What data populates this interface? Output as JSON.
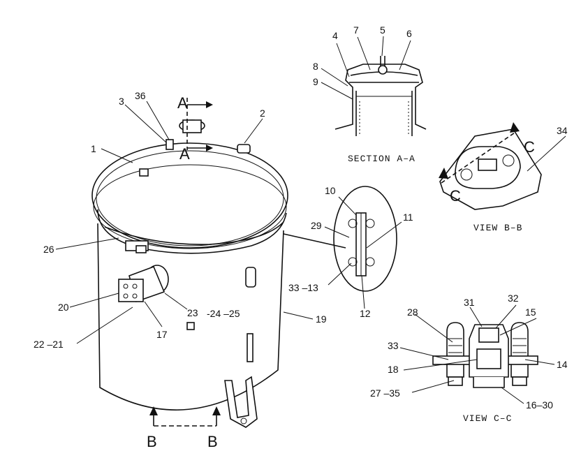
{
  "labels": {
    "l1": "1",
    "l2": "2",
    "l3": "3",
    "l36": "36",
    "l26": "26",
    "l20": "20",
    "l22_21": "22 –21",
    "l17": "17",
    "l23": "23",
    "l24_25": "-24 –25",
    "l19": "19",
    "l10": "10",
    "l29": "29",
    "l11": "11",
    "l33_13": "33 –13",
    "l12": "12",
    "l4": "4",
    "l7": "7",
    "l5": "5",
    "l6": "6",
    "l8": "8",
    "l9": "9",
    "l34": "34",
    "l28": "28",
    "l31": "31",
    "l32": "32",
    "l15": "15",
    "l33b": "33",
    "l18": "18",
    "l14": "14",
    "l27_35": "27 –35",
    "l16_30": "16–30"
  },
  "section_markers": {
    "a_top": "A",
    "a_bot": "A",
    "b_left": "B",
    "b_right": "B",
    "c_top": "C",
    "c_bot": "C"
  },
  "captions": {
    "section_aa": "SECTION A–A",
    "view_bb": "VIEW B–B",
    "view_cc": "VIEW C–C"
  }
}
